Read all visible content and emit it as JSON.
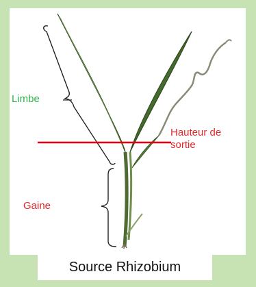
{
  "labels": {
    "limbe": "Limbe",
    "gaine": "Gaine",
    "hauteur_line1": "Hauteur de",
    "hauteur_line2": "sortie"
  },
  "caption": "Source Rhizobium",
  "colors": {
    "background": "#c7e2b3",
    "panel": "#ffffff",
    "limbe_text": "#2db34a",
    "gaine_text": "#e8262a",
    "hauteur_text": "#e8262a",
    "red_line": "#e8000b",
    "bracket": "#222222",
    "leaf_dark": "#3d5e2a",
    "leaf_light": "#6f8f4a"
  }
}
